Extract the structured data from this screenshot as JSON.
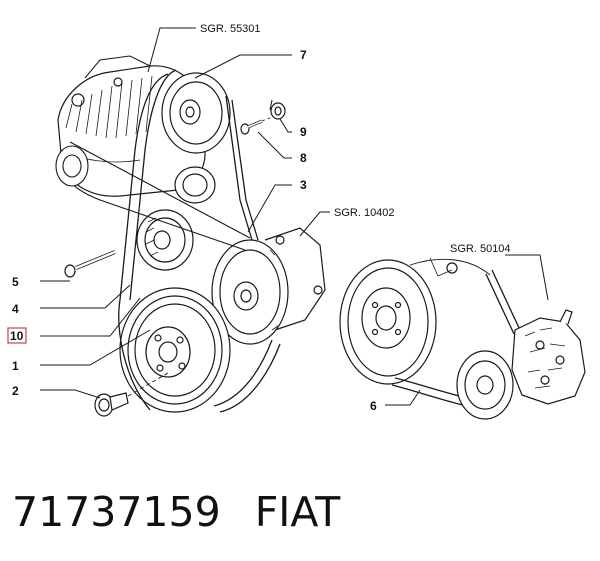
{
  "references": {
    "alternator": "SGR. 55301",
    "water_pump": "SGR. 10402",
    "injection_pump": "SGR. 50104"
  },
  "callouts": {
    "c1": "1",
    "c2": "2",
    "c3": "3",
    "c4": "4",
    "c5": "5",
    "c6": "6",
    "c7": "7",
    "c8": "8",
    "c9": "9",
    "c10": "10"
  },
  "highlight_color": "#d23c4a",
  "footer": {
    "part_number": "71737159",
    "brand": "FIAT"
  }
}
